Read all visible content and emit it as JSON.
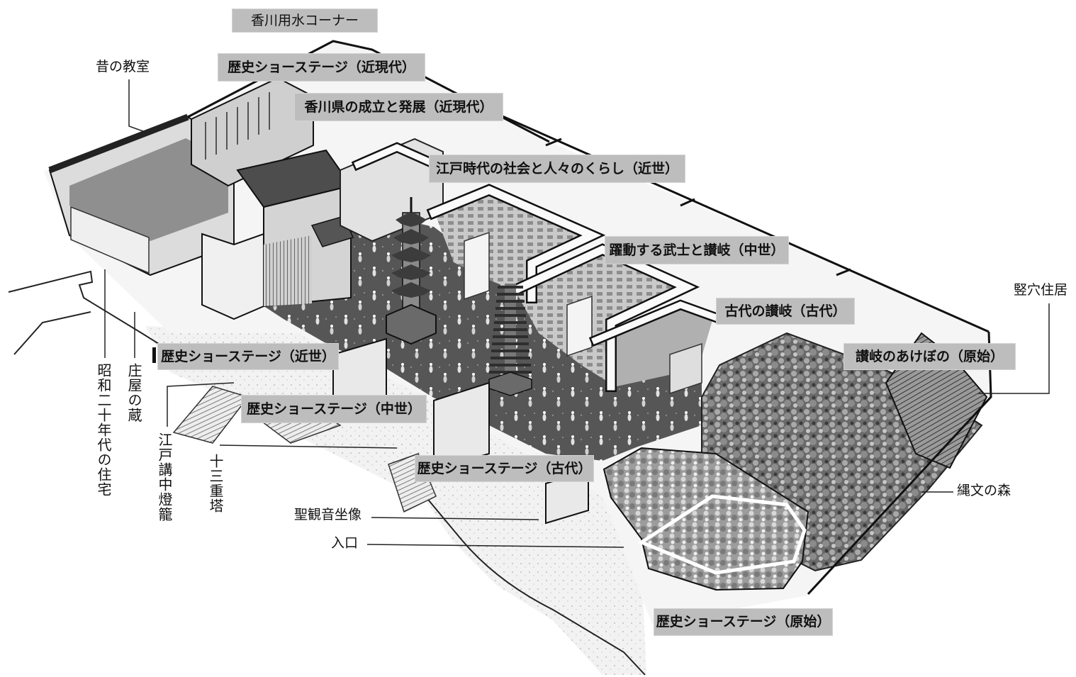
{
  "map": {
    "zone_labels": {
      "kagawa_yosui_corner": "香川用水コーナー",
      "stage_modern": "歴史ショーステージ（近現代）",
      "kagawa_founding": "香川県の成立と発展（近現代）",
      "edo_society": "江戸時代の社会と人々のくらし（近世）",
      "samurai_sanuki": "躍動する武士と讃岐（中世）",
      "ancient_sanuki": "古代の讃岐（古代）",
      "sanuki_dawn": "讃岐のあけぼの（原始）",
      "stage_early_modern": "歴史ショーステージ（近世）",
      "stage_medieval": "歴史ショーステージ（中世）",
      "stage_ancient": "歴史ショーステージ（古代）",
      "stage_primitive": "歴史ショーステージ（原始）"
    },
    "feature_labels": {
      "old_classroom": "昔の教室",
      "pit_dwelling": "竪穴住居",
      "jomon_forest": "縄文の森",
      "kannon_statue": "聖観音坐像",
      "entrance": "入口",
      "showa_house": "昭和二十年代の住宅",
      "shoya_storehouse": "庄屋の蔵",
      "edo_lantern": "江戸講中燈籠",
      "thirteen_pagoda": "十三重塔"
    },
    "colors": {
      "label_box": "#bdbdbd",
      "label_text": "#111111",
      "line": "#222222"
    }
  }
}
